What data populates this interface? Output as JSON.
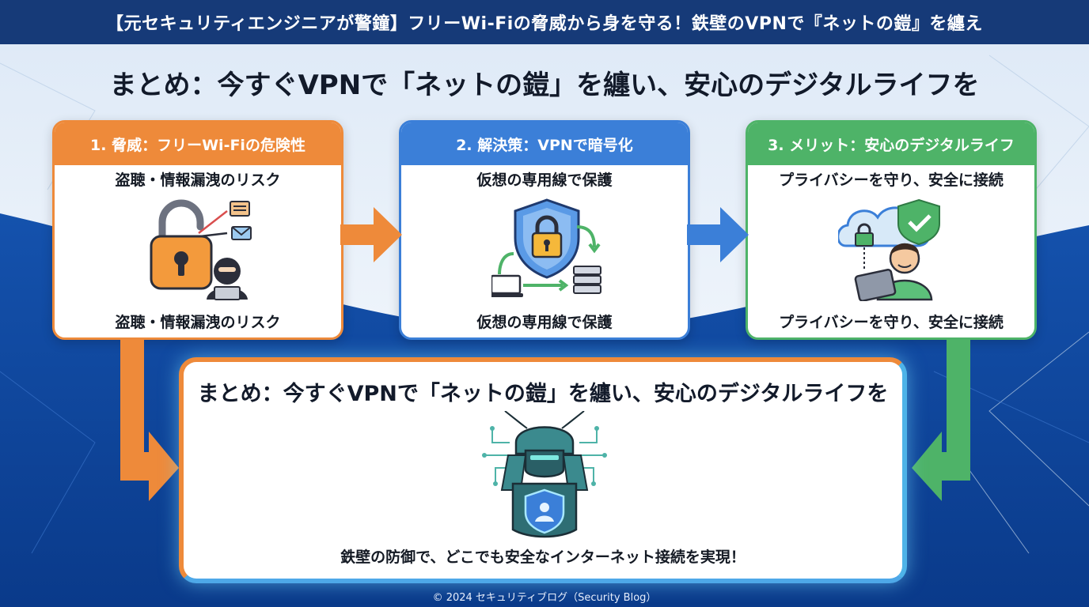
{
  "header": {
    "banner": "【元セキュリティエンジニアが警鐘】フリーWi-Fiの脅威から身を守る！鉄壁のVPNで『ネットの鎧』を纏え"
  },
  "main_title": "まとめ：今すぐVPNで「ネットの鎧」を纏い、安心のデジタルライフを",
  "cards": [
    {
      "title": "1. 脅威：フリーWi-Fiの危険性",
      "text_top": "盗聴・情報漏洩のリスク",
      "text_bottom": "盗聴・情報漏洩のリスク",
      "color": "#ee8a3a",
      "icon": "unlocked-padlock-hacker-icon"
    },
    {
      "title": "2. 解決策：VPNで暗号化",
      "text_top": "仮想の専用線で保護",
      "text_bottom": "仮想の専用線で保護",
      "color": "#3b7fd8",
      "icon": "shield-lock-server-icon"
    },
    {
      "title": "3. メリット：安心のデジタルライフ",
      "text_top": "プライバシーを守り、安全に接続",
      "text_bottom": "プライバシーを守り、安全に接続",
      "color": "#4eb368",
      "icon": "cloud-user-tablet-icon"
    }
  ],
  "summary": {
    "title": "まとめ：今すぐVPNで「ネットの鎧」を纏い、安心のデジタルライフを",
    "subtitle": "鉄壁の防御で、どこでも安全なインターネット接続を実現！",
    "icon": "cyber-samurai-shield-icon"
  },
  "footer": {
    "copyright": "© 2024 セキュリティブログ（Security Blog）"
  },
  "colors": {
    "banner_bg": "#163a78",
    "page_bg": "#0f4fa8",
    "orange": "#ee8a3a",
    "blue": "#3b7fd8",
    "green": "#4eb368",
    "glow": "#4eb3e8"
  }
}
